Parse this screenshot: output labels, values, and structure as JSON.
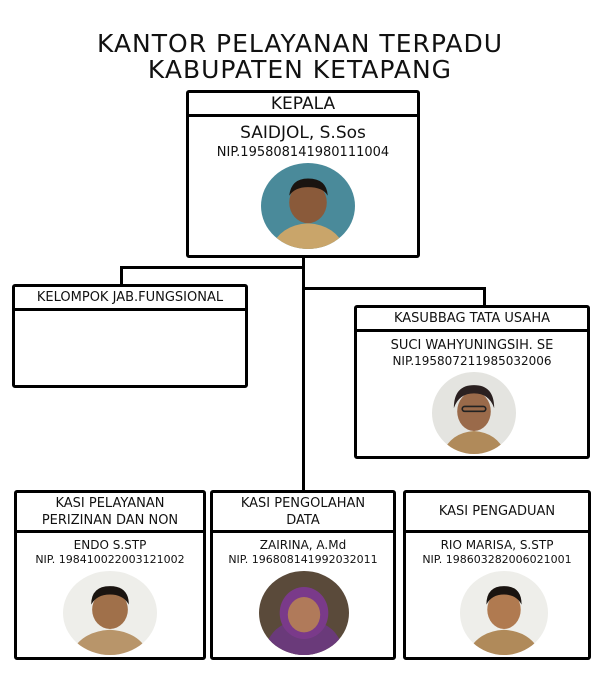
{
  "title": {
    "line1": "KANTOR PELAYANAN TERPADU",
    "line2": "KABUPATEN KETAPANG"
  },
  "kepala": {
    "position": "KEPALA",
    "name": "SAIDJOL, S.Sos",
    "nip": "NIP.195808141980111004"
  },
  "fungsional": {
    "position": "KELOMPOK JAB.FUNGSIONAL"
  },
  "kasubbag": {
    "position": "KASUBBAG TATA USAHA",
    "name": "SUCI WAHYUNINGSIH. SE",
    "nip": "NIP.195807211985032006"
  },
  "kasi1": {
    "position_line1": "KASI PELAYANAN",
    "position_line2": "PERIZINAN DAN NON",
    "name": "ENDO S.STP",
    "nip": "NIP. 198410022003121002"
  },
  "kasi2": {
    "position_line1": "KASI PENGOLAHAN",
    "position_line2": "DATA",
    "name": "ZAIRINA, A.Md",
    "nip": "NIP. 196808141992032011"
  },
  "kasi3": {
    "position": "KASI PENGADUAN",
    "name": "RIO MARISA, S.STP",
    "nip": "NIP. 198603282006021001"
  },
  "colors": {
    "border": "#000000",
    "photo_bg_light": "#e8e8e4",
    "skin": "#9a6a4a",
    "hair": "#1a1410",
    "uniform": "#b8956a",
    "hijab": "#6a3a7a"
  }
}
